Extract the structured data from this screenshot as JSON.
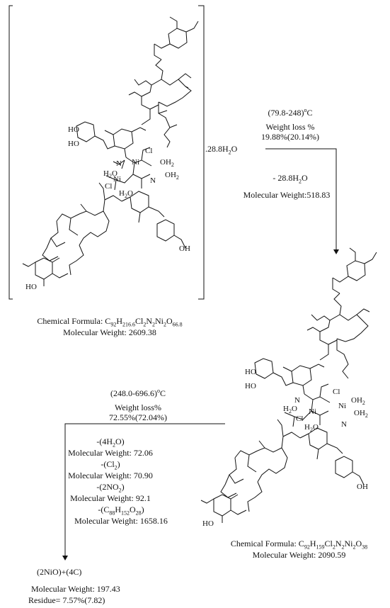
{
  "complex1": {
    "hydrate_label": ".28.8H",
    "hydrate_sub": "2",
    "hydrate_tail": "O",
    "formula_label": "Chemical Formula: C",
    "formula_parts": [
      "92",
      "H",
      "216.6",
      "Cl",
      "2",
      "N",
      "2",
      "Ni",
      "2",
      "O",
      "66.8"
    ],
    "weight": "Molecular Weight: 2609.38"
  },
  "step1": {
    "temperature": "(79.8-248)",
    "temperature_unit": "C",
    "loss_title": "Weight loss %",
    "loss_value": "19.88%(20.14%)",
    "removed": "- 28.8H",
    "removed_sub": "2",
    "removed_tail": "O",
    "weight": "Molecular Weight:518.83"
  },
  "complex2": {
    "formula_label": "Chemical Formula: C",
    "formula_parts": [
      "92",
      "H",
      "159",
      "Cl",
      "2",
      "N",
      "2",
      "Ni",
      "2",
      "O",
      "38"
    ],
    "weight": "Molecular Weight: 2090.59"
  },
  "step2": {
    "temperature": "(248.0-696.6)",
    "temperature_unit": "C",
    "loss_title": "Weight loss%",
    "loss_value": "72.55%(72.04%)",
    "fragments": [
      {
        "name_pre": "-(4H",
        "name_sub": "2",
        "name_post": "O)",
        "weight": "Molecular Weight: 72.06"
      },
      {
        "name_pre": "-(Cl",
        "name_sub": "2",
        "name_post": ")",
        "weight": "Molecular Weight: 70.90"
      },
      {
        "name_pre": "-(2NO",
        "name_sub": "2",
        "name_post": ")",
        "weight": "Molecular Weight: 92.1"
      },
      {
        "name_pre": "-(C",
        "name_sub": "88",
        "name_mid": "H",
        "name_sub2": "152",
        "name_mid2": "O",
        "name_sub3": "28",
        "name_post": ")",
        "weight": "Molecular Weight: 1658.16"
      }
    ]
  },
  "residue": {
    "product": "(2NiO)+(4C)",
    "weight": "Molecular Weight: 197.43",
    "residue": "Residue= 7.57%(7.82)"
  },
  "atom_labels": {
    "ni": "Ni",
    "cl": "Cl",
    "n": "N",
    "oh2": "OH",
    "h2o": "H",
    "o": "O",
    "oh": "OH",
    "ho": "HO",
    "two": "2"
  },
  "colors": {
    "ink": "#111111",
    "background": "#ffffff"
  }
}
